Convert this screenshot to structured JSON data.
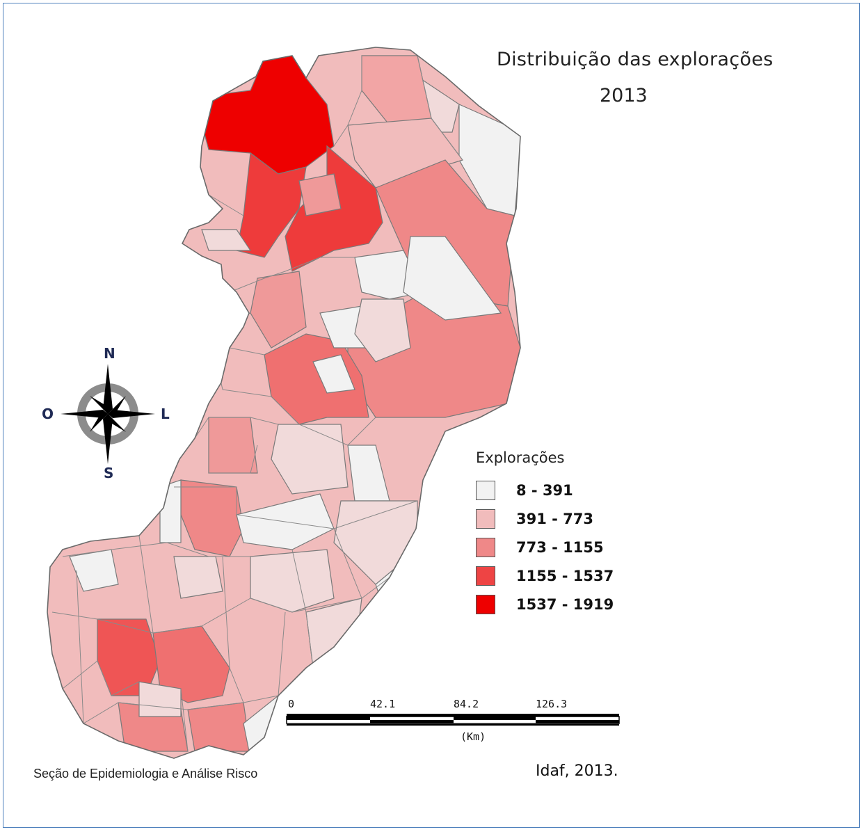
{
  "map": {
    "title": "Distribuição das  explorações",
    "subtitle": "2013",
    "legend": {
      "title": "Explorações",
      "classes": [
        {
          "label": "8 - 391",
          "color": "#f2f2f2"
        },
        {
          "label": "391 - 773",
          "color": "#f1bcbc"
        },
        {
          "label": "773 - 1155",
          "color": "#ef8888"
        },
        {
          "label": "1155 - 1537",
          "color": "#ee4444"
        },
        {
          "label": "1537 - 1919",
          "color": "#ee0000"
        }
      ]
    },
    "compass": {
      "north": "N",
      "south": "S",
      "west": "O",
      "east": "L"
    },
    "scale_bar": {
      "ticks": [
        "0",
        "42.1",
        "84.2",
        "126.3"
      ],
      "unit": "(Km)"
    },
    "source": "Idaf, 2013.",
    "credit": "Seção de Epidemiologia e Análise Risco"
  }
}
